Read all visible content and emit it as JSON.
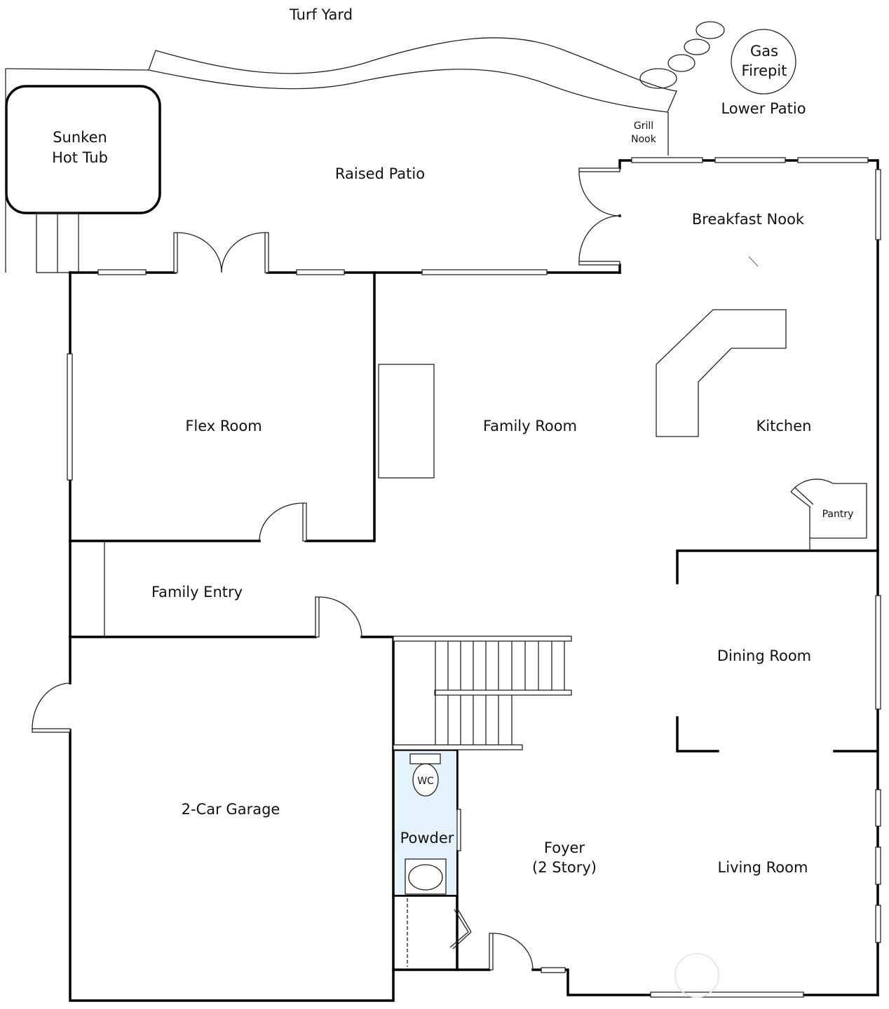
{
  "labels": {
    "turf_yard": "Turf Yard",
    "gas_firepit_line1": "Gas",
    "gas_firepit_line2": "Firepit",
    "lower_patio": "Lower Patio",
    "grill_nook_line1": "Grill",
    "grill_nook_line2": "Nook",
    "hot_tub_line1": "Sunken",
    "hot_tub_line2": "Hot Tub",
    "raised_patio": "Raised Patio",
    "breakfast_nook": "Breakfast Nook",
    "flex_room": "Flex Room",
    "family_room": "Family Room",
    "kitchen": "Kitchen",
    "pantry": "Pantry",
    "family_entry": "Family Entry",
    "dining_room": "Dining Room",
    "two_car_garage": "2-Car Garage",
    "wc": "WC",
    "powder": "Powder",
    "foyer_line1": "Foyer",
    "foyer_line2": "(2 Story)",
    "living_room": "Living Room"
  },
  "colors": {
    "wall": "#000000",
    "thin_line": "#222222",
    "powder_fill": "#e3f2fb",
    "background": "#ffffff"
  }
}
